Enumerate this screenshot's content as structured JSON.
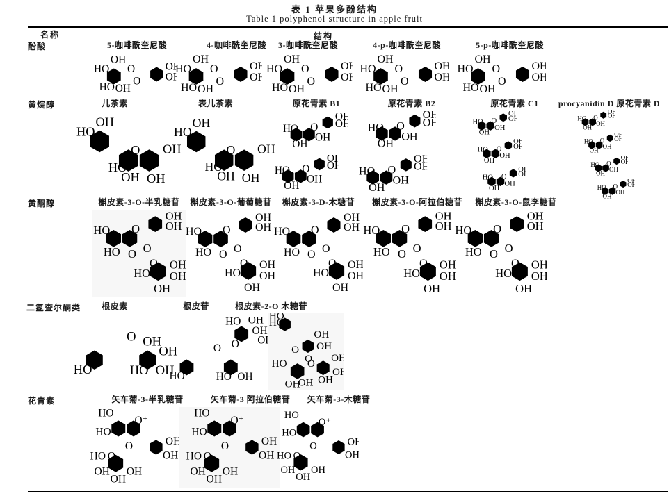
{
  "page": {
    "title_cn": "表 1  苹果多酚结构",
    "title_en": "Table 1  polyphenol structure in apple fruit"
  },
  "header": {
    "name_col": "名称",
    "structure_col": "结构"
  },
  "colors": {
    "rule": "#000000",
    "structure_ink": "#575757",
    "text": "#1a1a1a"
  },
  "rows": [
    {
      "category": "酚酸",
      "items": [
        {
          "label": "5-咖啡酰奎尼酸",
          "molecule": "caffeoylquinic-acid"
        },
        {
          "label": "4-咖啡酰奎尼酸",
          "molecule": "caffeoylquinic-acid"
        },
        {
          "label": "3-咖啡酰奎尼酸",
          "molecule": "caffeoylquinic-acid"
        },
        {
          "label": "4-p-咖啡酰奎尼酸",
          "molecule": "caffeoylquinic-acid"
        },
        {
          "label": "5-p-咖啡酰奎尼酸",
          "molecule": "caffeoylquinic-acid"
        }
      ]
    },
    {
      "category": "黄烷醇",
      "items": [
        {
          "label": "儿茶素",
          "molecule": "flavanol"
        },
        {
          "label": "表儿茶素",
          "molecule": "flavanol"
        },
        {
          "label": "原花青素 B1",
          "molecule": "procyanidin-dimer"
        },
        {
          "label": "原花青素 B2",
          "molecule": "procyanidin-dimer"
        },
        {
          "label": "原花青素 C1",
          "molecule": "procyanidin-trimer"
        },
        {
          "label": "procyanidin D  原花青素 D",
          "molecule": "procyanidin-tetramer"
        }
      ]
    },
    {
      "category": "黄酮醇",
      "items": [
        {
          "label": "槲皮素-3-O-半乳糖苷",
          "molecule": "quercetin-glycoside"
        },
        {
          "label": "槲皮素-3-O-葡萄糖苷",
          "molecule": "quercetin-glycoside"
        },
        {
          "label": "槲皮素-3-D-木糖苷",
          "molecule": "quercetin-glycoside"
        },
        {
          "label": "槲皮素-3-O-阿拉伯糖苷",
          "molecule": "quercetin-glycoside"
        },
        {
          "label": "槲皮素-3-O-鼠李糖苷",
          "molecule": "quercetin-glycoside"
        }
      ]
    },
    {
      "category": "二氢查尔酮类",
      "items": [
        {
          "label": "根皮素",
          "molecule": "dihydrochalcone"
        },
        {
          "label": "根皮苷",
          "molecule": "dihydrochalcone-glucoside"
        },
        {
          "label": "根皮素-2-O 木糖苷",
          "molecule": "dihydrochalcone-xyloglucoside"
        }
      ]
    },
    {
      "category": "花青素",
      "items": [
        {
          "label": "矢车菊-3-半乳糖苷",
          "molecule": "cyanidin-glycoside"
        },
        {
          "label": "矢车菊-3 阿拉伯糖苷",
          "molecule": "cyanidin-glycoside"
        },
        {
          "label": "矢车菊-3-木糖苷",
          "molecule": "cyanidin-glycoside"
        }
      ]
    }
  ]
}
